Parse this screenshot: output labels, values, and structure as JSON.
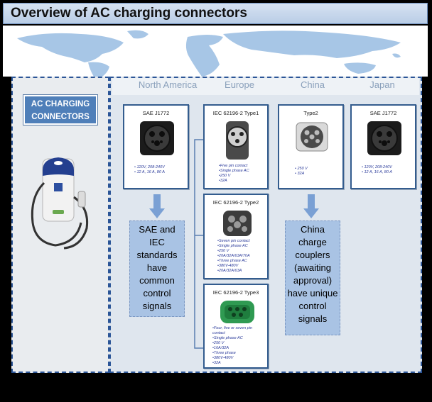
{
  "title": "Overview of AC charging connectors",
  "left_label": "AC CHARGING\nCONNECTORS",
  "regions": [
    "North America",
    "Europe",
    "China",
    "Japan"
  ],
  "cards": {
    "na": {
      "title": "SAE J1772",
      "specs": [
        "• 120V, 208-240V",
        "• 12 A, 16 A, 80 A"
      ]
    },
    "eu1": {
      "title": "IEC 62196-2 Type1",
      "specs": [
        "•Five pin contact",
        "•Single phase AC",
        "•250 V",
        "•32A"
      ]
    },
    "eu2": {
      "title": "IEC 62196-2 Type2",
      "specs": [
        "•Seven pin contact",
        "•Single phase AC",
        "•250 V",
        "•20A/32A/63A/70A",
        "•Three phase AC",
        "•380V-480V",
        "•20A/32A/63A"
      ]
    },
    "eu3": {
      "title": "IEC 62196-2 Type3",
      "specs": [
        "•Four, five or seven pin",
        "  contact",
        "•Single phase AC",
        "•250 V",
        "•16A/32A",
        "•Three phase",
        "•380V-480V",
        "•32A"
      ]
    },
    "cn": {
      "title": "Type2",
      "specs": [
        "• 250 V",
        "• 32A"
      ]
    },
    "jp": {
      "title": "SAE J1772",
      "specs": [
        "• 120V, 208-240V",
        "• 12 A, 16 A, 80 A"
      ]
    }
  },
  "notes": {
    "sae": "SAE and IEC standards have common control signals",
    "china": "China charge couplers (awaiting approval) have unique control signals"
  },
  "colors": {
    "accent": "#2b5597",
    "note_bg": "#a9c3e4",
    "label_bg": "#4f7fb9"
  }
}
